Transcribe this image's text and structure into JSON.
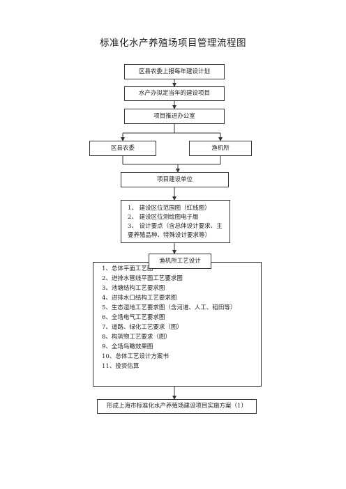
{
  "title": "标准化水产养殖场项目管理流程图",
  "steps": {
    "report": "区县农委上报每年建设计划",
    "plan": "水产办拟定当年的建设项目",
    "office": "项目推进办公室",
    "county": "区县农委",
    "fishery": "渔机所",
    "unit": "项目建设单位",
    "design": "渔机所工艺设计",
    "final": "形成上海市标准化水产养殖场建设项目实施方案（1）"
  },
  "unit_requirements": [
    "1、 建设区位范围图（红线图）",
    "2、 建设区位测绘图电子版",
    "3、 设计要点（含总体设计要求、主",
    "     要养殖品种、特殊设计要求等）"
  ],
  "design_items": [
    "1、总体平面工艺图",
    "2、进排水管线平面工艺要求图",
    "3、池塘结构工艺要求图",
    "4、进排水口结构工艺要求图",
    "5、生态湿地工艺要求图（含河道、人工、稻田等）",
    "6、全场电气工艺要求图",
    "7、道路、绿化工艺要求（图）",
    "8、构筑物工艺要求（图）",
    "9、全场鸟瞰效果图",
    "10、总体工艺设计方案书",
    "11、投资估算"
  ]
}
